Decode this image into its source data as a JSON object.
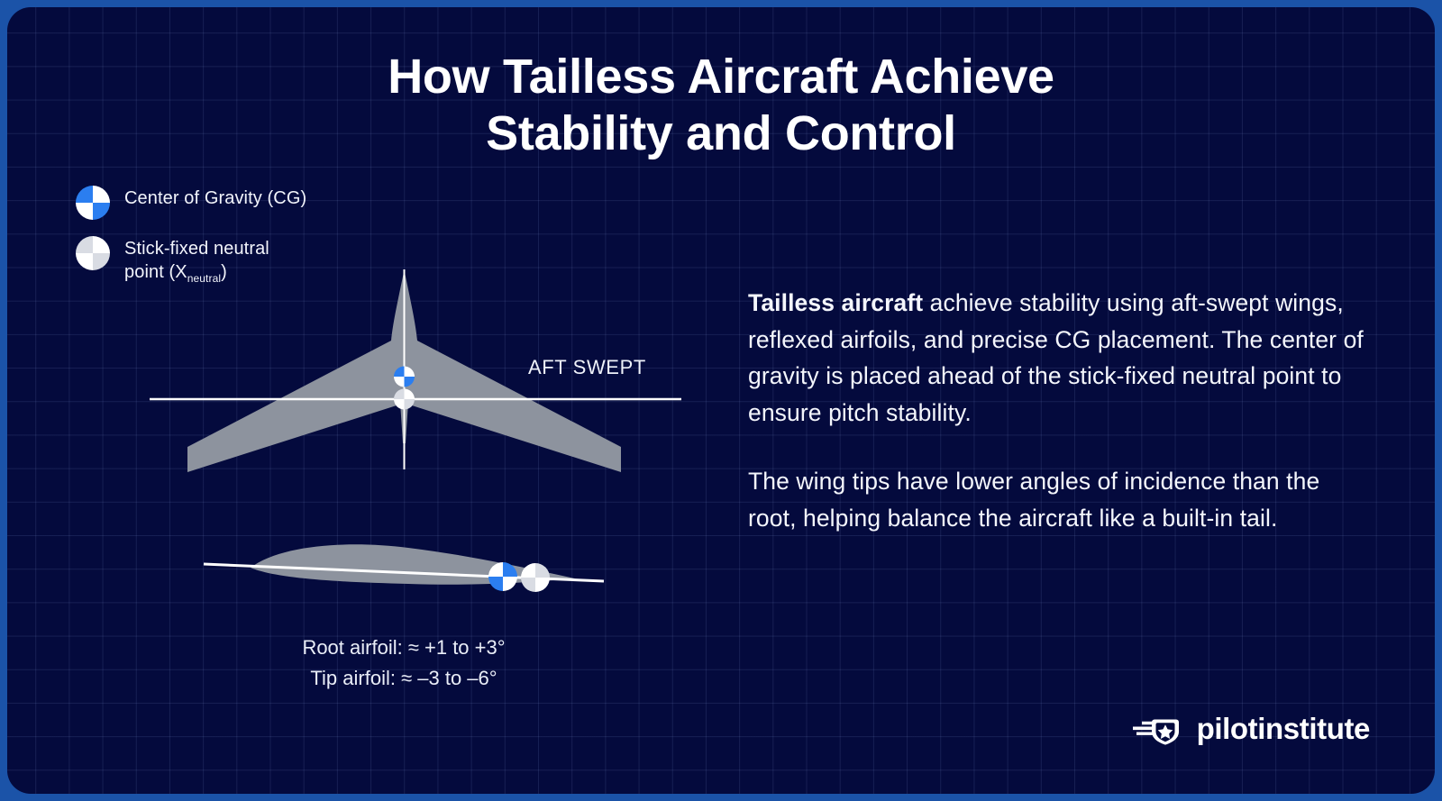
{
  "title": {
    "line1": "How Tailless Aircraft Achieve",
    "line2": "Stability and Control"
  },
  "colors": {
    "frame_blue": "#1b53a8",
    "background_navy": "#040a3d",
    "accent_blue": "#2b7ef0",
    "marker_white": "#ffffff",
    "marker_gray": "#d7dbe3",
    "aircraft_gray": "#8d939e",
    "text_white": "#f4f6fc"
  },
  "legend": {
    "items": [
      {
        "name": "center-of-gravity",
        "label": "Center of Gravity (CG)",
        "marker": "quartered-disc-blue-white",
        "quadrant_colors": [
          "#2b7ef0",
          "#ffffff",
          "#ffffff",
          "#2b7ef0"
        ]
      },
      {
        "name": "stick-fixed-neutral-point",
        "label_part1": "Stick-fixed neutral",
        "label_part2": "point (X",
        "label_sub": "neutral",
        "label_part3": ")",
        "marker": "quartered-disc-gray-white",
        "quadrant_colors": [
          "#d9dce3",
          "#ffffff",
          "#ffffff",
          "#d9dce3"
        ]
      }
    ]
  },
  "diagram": {
    "planform_label": "AFT SWEPT",
    "planform_name": "aft-swept-flying-wing-planform",
    "airfoil_name": "airfoil-cross-section",
    "airfoil_captions": [
      "Root airfoil: ≈ +1 to +3°",
      "Tip airfoil: ≈ –3 to –6°"
    ]
  },
  "copy": {
    "paragraph1_bold": "Tailless aircraft",
    "paragraph1_rest": " achieve stability using aft-swept wings, reflexed airfoils, and precise CG placement. The center of gravity is placed ahead of the stick-fixed neutral point to ensure pitch stability.",
    "paragraph2": "The wing tips have lower angles of incidence than the root, helping balance the aircraft like a built-in tail."
  },
  "logo": {
    "wordmark": "pilotinstitute",
    "icon": "winged-shield-star-icon"
  }
}
